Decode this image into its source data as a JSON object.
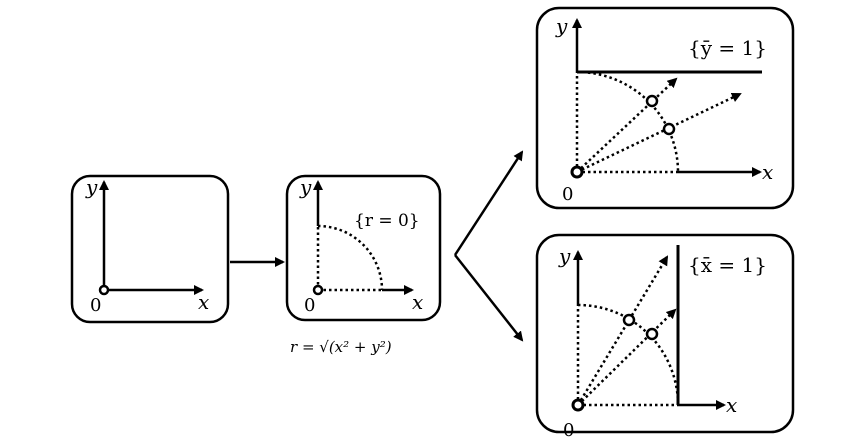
{
  "panels": [
    {
      "axis_x": "x",
      "axis_y": "y",
      "origin": "0"
    },
    {
      "axis_x": "x",
      "axis_y": "y",
      "origin": "0",
      "set_label": "{r = 0}",
      "caption": "r = √(x² + y²)"
    },
    {
      "axis_x": "x",
      "axis_y": "y",
      "origin": "0",
      "set_label": "{ȳ = 1}"
    },
    {
      "axis_x": "x",
      "axis_y": "y",
      "origin": "0",
      "set_label": "{x̄ = 1}"
    }
  ]
}
